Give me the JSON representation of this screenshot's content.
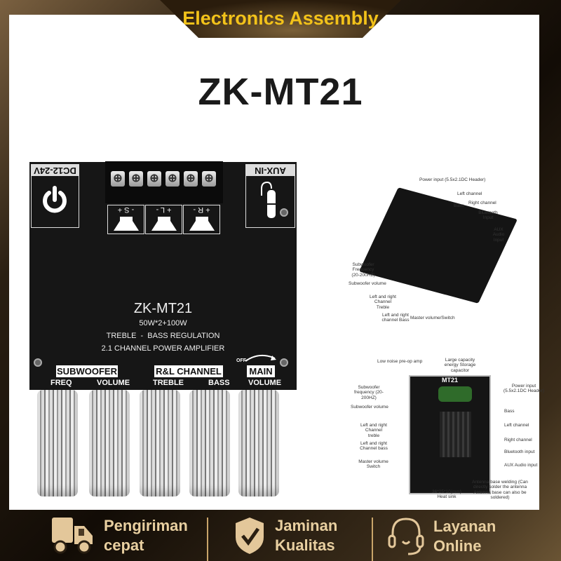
{
  "banner": {
    "title": "Electronics Assembly"
  },
  "product": {
    "model": "ZK-MT21"
  },
  "board": {
    "power_label": "DC12-24V",
    "aux_label": "AUX-IN",
    "speaker_labels": [
      "- S +",
      "+ L -",
      "+ R -"
    ],
    "model": "ZK-MT21",
    "power": "50W*2+100W",
    "line1": "TREBLE  -  BASS REGULATION",
    "line2": "2.1 CHANNEL POWER AMPLIFIER",
    "groups": {
      "subwoofer": "SUBWOOFER",
      "rl": "R&L CHANNEL",
      "main": "MAIN",
      "off": "OFF",
      "minus": "-",
      "plus": "+"
    },
    "controls": [
      "FREQ",
      "VOLUME",
      "TREBLE",
      "BASS",
      "VOLUME"
    ]
  },
  "diagram_top": {
    "labels": [
      "Power input (5.5x2.1DC Header)",
      "Left channel",
      "Bass",
      "Right channel",
      "Bluetooth Input",
      "AUX Audio Input",
      "Subwoofer Frequency (20-200HZ)",
      "Subwoofer volume",
      "Left and right Channel Treble",
      "Left and right channel Bass",
      "Master volume/Switch"
    ]
  },
  "diagram_bottom": {
    "board_label": "MT21",
    "labels": [
      "Low noise pre-op amp",
      "Large capacity energy Storage capacitor",
      "Subwoofer frequency (20-200HZ)",
      "Power input (5.5x2.1DC Header)",
      "Subwoofer volume",
      "Bass",
      "Left and right Channel treble",
      "Left channel",
      "Left and right Channel bass",
      "Right channel",
      "Bluetooth input",
      "Master volume Switch",
      "AUX Audio input",
      "Antenna base welding (Can directly solder the antenna Antenna base can also be soldered)",
      "36*25*10(mm) Heat sink"
    ]
  },
  "footer": {
    "items": [
      {
        "line1": "Pengiriman",
        "line2": "cepat",
        "icon": "truck-icon"
      },
      {
        "line1": "Jaminan",
        "line2": "Kualitas",
        "icon": "shield-check-icon"
      },
      {
        "line1": "Layanan",
        "line2": "Online",
        "icon": "headset-icon"
      }
    ]
  },
  "colors": {
    "gold": "#f2c21a",
    "cream": "#e8cfa0",
    "accent_line": "#d33"
  }
}
